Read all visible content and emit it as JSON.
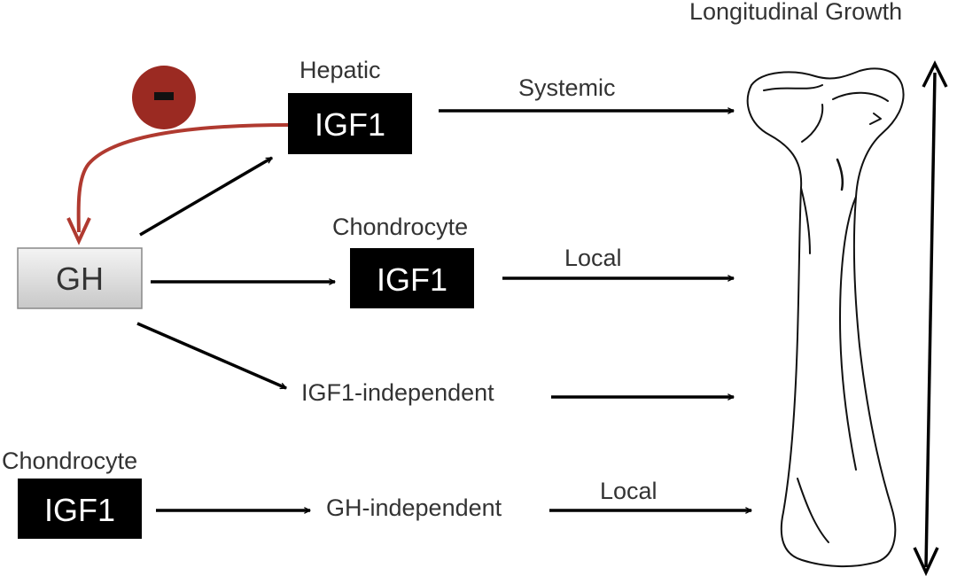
{
  "labels": {
    "hepatic": "Hepatic",
    "chondrocyte_top": "Chondrocyte",
    "chondrocyte_bottom": "Chondrocyte",
    "systemic": "Systemic",
    "local_top": "Local",
    "local_bottom": "Local",
    "igf1_independent": "IGF1-independent",
    "gh_independent": "GH-independent",
    "longitudinal_growth": "Longitudinal Growth"
  },
  "boxes": {
    "gh": "GH",
    "igf1_hepatic": "IGF1",
    "igf1_chondrocyte": "IGF1",
    "igf1_chondrocyte_bottom": "IGF1"
  },
  "feedback": {
    "symbol": "minus-sign",
    "color": "#9b2a22",
    "arrow_color": "#b03a30"
  },
  "colors": {
    "arrow": "#000000",
    "igf1_box": "#000000",
    "gh_box_top": "#f4f4f4",
    "gh_box_bottom": "#c8c8c8",
    "text": "#333333"
  }
}
